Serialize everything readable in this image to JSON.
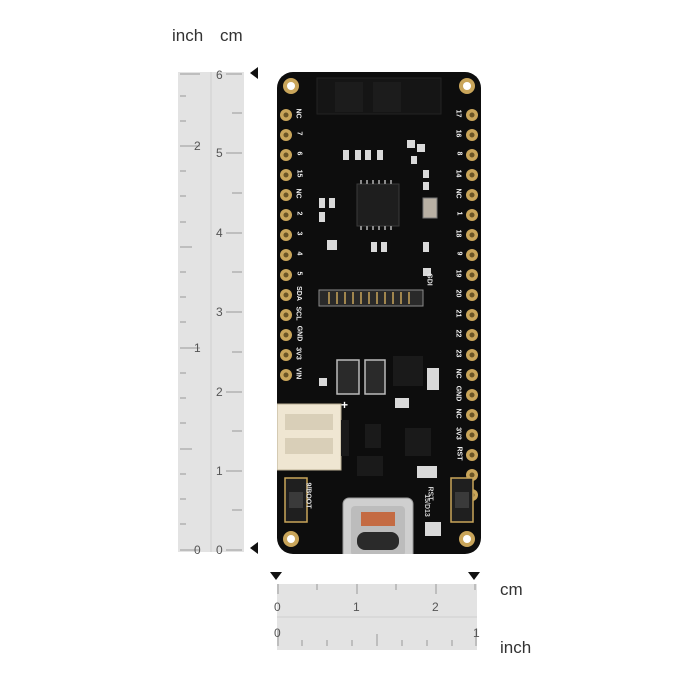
{
  "units": {
    "inch": "inch",
    "cm": "cm"
  },
  "vertical_ruler": {
    "inch_labels": [
      "2",
      "1",
      "0"
    ],
    "cm_labels": [
      "6",
      "5",
      "4",
      "3",
      "2",
      "1",
      "0"
    ]
  },
  "horizontal_ruler": {
    "cm_labels": [
      "0",
      "1",
      "2"
    ],
    "inch_labels": [
      "0",
      "1"
    ]
  },
  "board": {
    "left_pins": [
      "NC",
      "7",
      "6",
      "15",
      "NC",
      "2",
      "3",
      "4",
      "5",
      "SDA",
      "SCL",
      "GND",
      "3V3",
      "VIN"
    ],
    "right_pins": [
      "17",
      "16",
      "8",
      "14",
      "NC",
      "1",
      "18",
      "9",
      "19",
      "20",
      "21",
      "22",
      "23",
      "NC",
      "GND",
      "NC",
      "3V3",
      "RST"
    ],
    "gdi_label": "GDI",
    "plus_label": "+",
    "boot_label": "9/BOOT",
    "rst_label": "RST",
    "io_label": "15/D13",
    "colors": {
      "pcb": "#0d0d0d",
      "gold": "#c9a55a",
      "ruler": "#e3e3e3"
    }
  }
}
